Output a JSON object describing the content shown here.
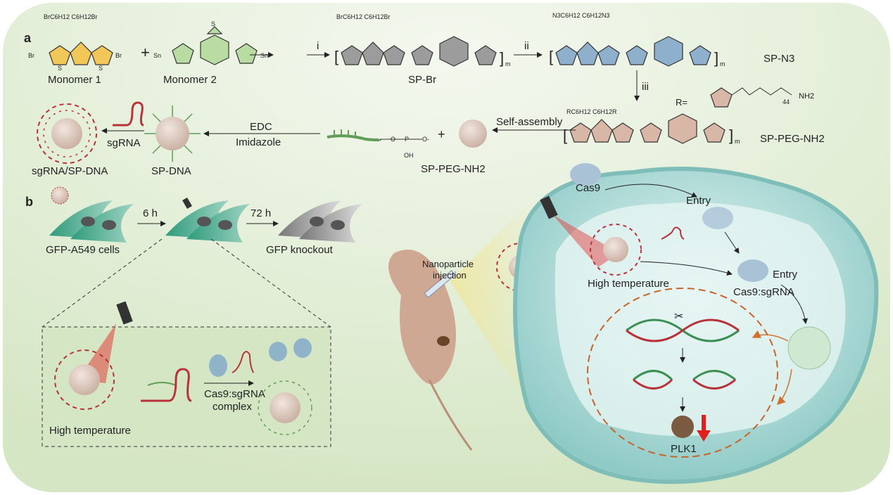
{
  "panel_a": {
    "label": "a",
    "monomer1": {
      "substituents": "BrC6H12 C6H12Br",
      "left": "Br",
      "right": "Br",
      "name": "Monomer 1"
    },
    "plus": "+",
    "monomer2": {
      "left": "Sn",
      "right": "Sn",
      "name": "Monomer 2"
    },
    "step_i": "i",
    "sp_br": {
      "substituents": "BrC6H12 C6H12Br",
      "name": "SP-Br",
      "repeat": "m"
    },
    "step_ii": "ii",
    "sp_n3": {
      "substituents": "N3C6H12 C6H12N3",
      "name": "SP-N3",
      "repeat": "m"
    },
    "step_iii": "iii",
    "r_group": {
      "label": "R=",
      "repeat": "44",
      "end": "NH2"
    },
    "sp_peg": {
      "substituents": "RC6H12 C6H12R",
      "name": "SP-PEG-NH2",
      "repeat": "m"
    },
    "self_assembly": "Self-assembly",
    "nanoparticle_name": "SP-PEG-NH2",
    "phosphate": {
      "o_minus": "O-",
      "oh": "OH",
      "o": "O",
      "p": "P"
    },
    "edc": "EDC",
    "imidazole": "Imidazole",
    "sp_dna": "SP-DNA",
    "sgrna": "sgRNA",
    "sgrna_sp_dna": "sgRNA/SP-DNA"
  },
  "panel_b": {
    "label": "b",
    "time1": "6 h",
    "time2": "72 h",
    "cells_start": "GFP-A549 cells",
    "cells_end": "GFP knockout",
    "inset_high_temp": "High temperature",
    "complex_label_1": "Cas9:sgRNA",
    "complex_label_2": "complex",
    "injection_1": "Nanoparticle",
    "injection_2": "injection",
    "cas9": "Cas9",
    "entry1": "Entry",
    "entry2": "Entry",
    "cell_high_temp": "High temperature",
    "cas9_sgrna": "Cas9:sgRNA",
    "plk1": "PLK1"
  },
  "colors": {
    "background_green": "#dde9cf",
    "monomer1": "#f2c75a",
    "monomer2": "#b9dca3",
    "sp_br": "#9c9c9c",
    "sp_n3": "#8fb0cc",
    "sp_peg": "#d9b7a6",
    "sgrna": "#b8323a",
    "dna": "#5f9d58",
    "cell_membrane": "#a7d6d4",
    "down_arrow": "#e0201c"
  }
}
